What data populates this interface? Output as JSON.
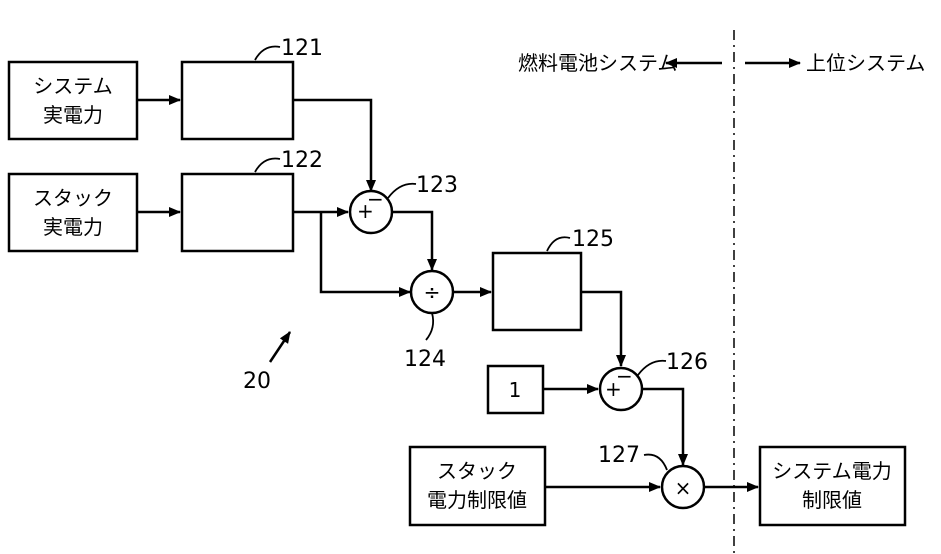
{
  "regions": {
    "left": "燃料電池システム",
    "right": "上位システム"
  },
  "inputs": {
    "system_power": [
      "システム",
      "実電力"
    ],
    "stack_power": [
      "スタック",
      "実電力"
    ],
    "stack_limit": [
      "スタック",
      "電力制限値"
    ],
    "constant": "1"
  },
  "output": {
    "system_limit": [
      "システム電力",
      "制限値"
    ]
  },
  "refs": {
    "r121": "121",
    "r122": "122",
    "r123": "123",
    "r124": "124",
    "r125": "125",
    "r126": "126",
    "r127": "127",
    "r20": "20"
  },
  "operators": {
    "plus": "+",
    "minus": "−",
    "divide": "÷",
    "multiply": "×"
  }
}
